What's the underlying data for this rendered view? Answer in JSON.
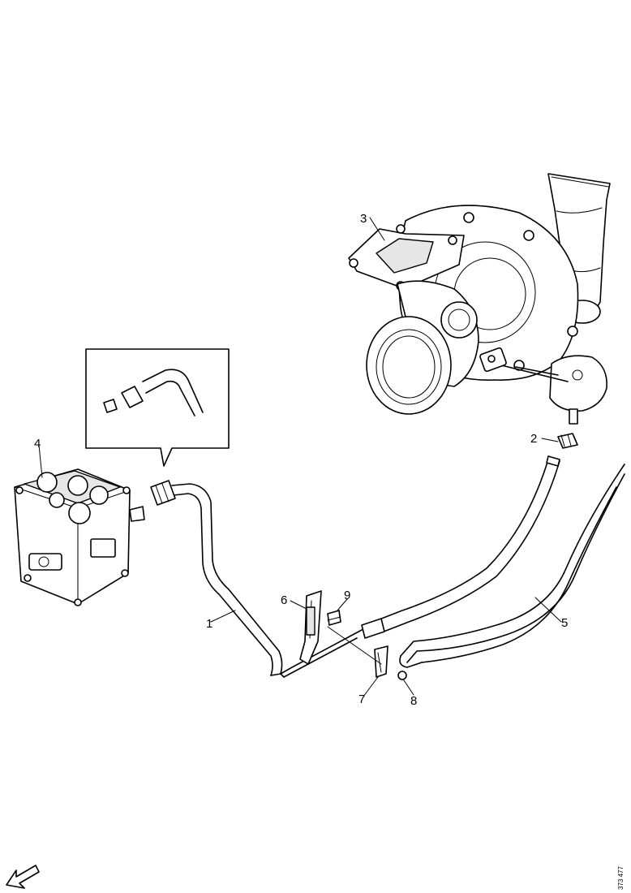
{
  "callouts": {
    "c1": "1",
    "c2": "2",
    "c3": "3",
    "c4": "4",
    "c5": "5",
    "c6": "6",
    "c7": "7",
    "c8": "8",
    "c9": "9"
  },
  "reference": "373 477"
}
